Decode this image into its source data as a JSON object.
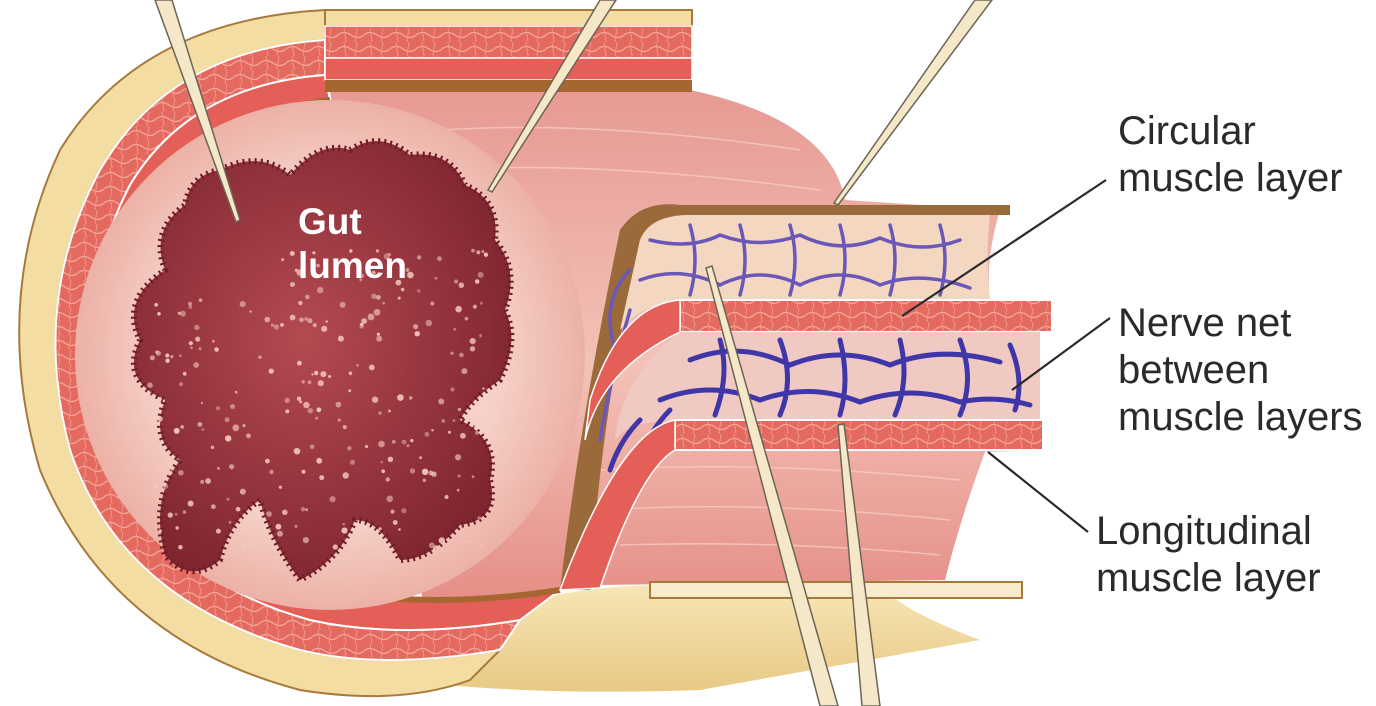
{
  "labels": {
    "gut_lumen": [
      "Gut",
      "lumen"
    ],
    "circular_muscle": [
      "Circular",
      "muscle layer"
    ],
    "nerve_net": [
      "Nerve net",
      "between",
      "muscle layers"
    ],
    "longitudinal_muscle": [
      "Longitudinal",
      "muscle layer"
    ]
  },
  "colors": {
    "muscle": "#e06a62",
    "muscle_light": "#f0a59a",
    "lumen": "#8e2d36",
    "nerve": "#4b3ea8",
    "serosa": "#f3dca2",
    "outline": "#9b6a3a"
  }
}
